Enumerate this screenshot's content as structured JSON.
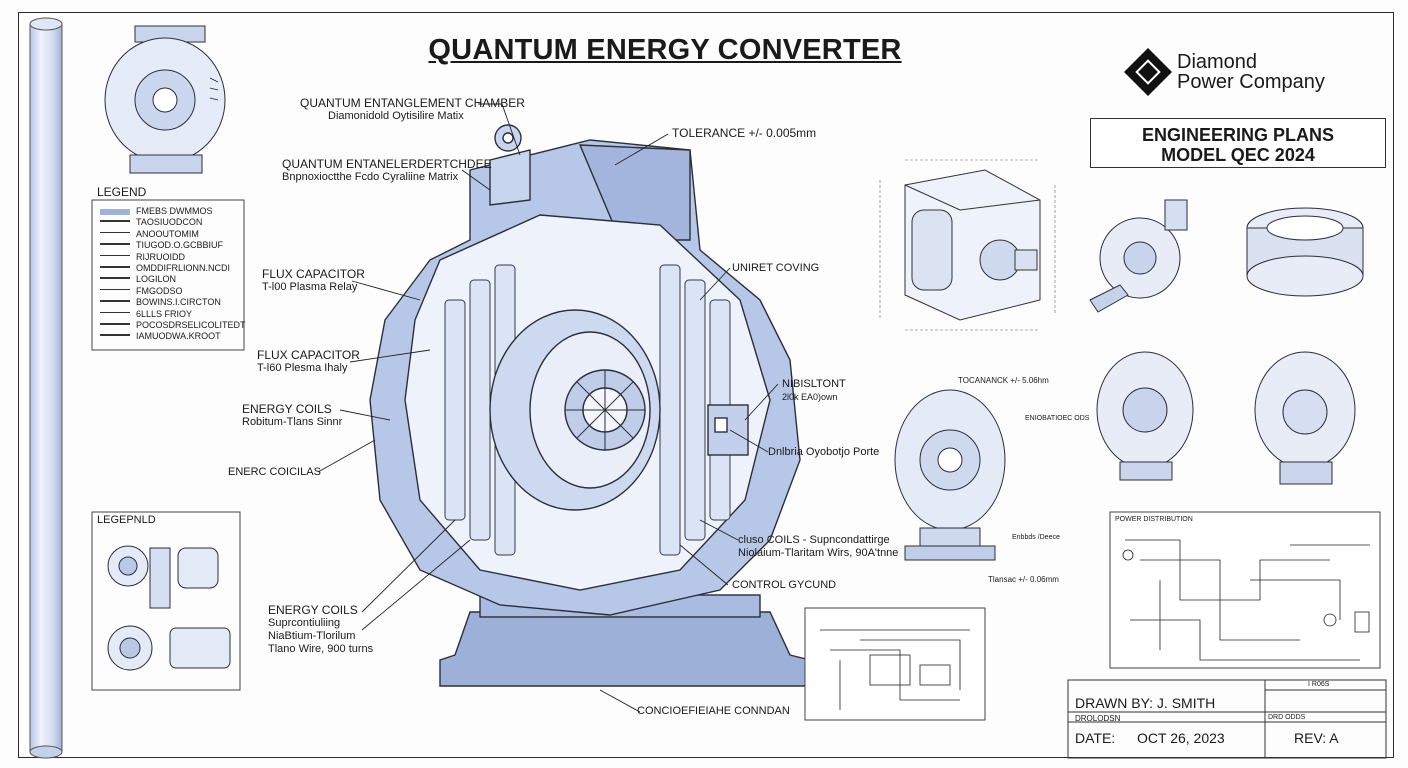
{
  "title": "QUANTUM ENERGY CONVERTER",
  "company": {
    "name_line1": "Diamond",
    "name_line2": "Power Company"
  },
  "plans": {
    "line1": "ENGINEERING PLANS",
    "line2": "MODEL QEC 2024"
  },
  "callouts": {
    "chamber_title": "QUANTUM ENTANGLEMENT CHAMBER",
    "chamber_sub": "Diamonidold Oytisilire Matix",
    "entangler_title": "QUANTUM ENTANELERDERTCHDEE",
    "entangler_sub": "Bnpnoxioctthe Fcdo Cyraliine Matrix",
    "tolerance": "TOLERANCE +/- 0.005mm",
    "flux1_title": "FLUX CAPACITOR",
    "flux1_sub": "T-l00 Plasma Relay",
    "flux2_title": "FLUX CAPACITOR",
    "flux2_sub": "T-l60 Plesma Ihaly",
    "energy1_title": "ENERGY COILS",
    "energy1_sub": "Robitum-Tlans Sinnr",
    "enerc": "ENERC COICILAS",
    "energy2_title": "ENERGY COILS",
    "energy2_sub1": "Suprcontiuliing",
    "energy2_sub2": "NiaBtium-Tlorilum",
    "energy2_sub3": "Tlano Wire, 900 turns",
    "unirt": "UNIRET COVING",
    "nibis_title": "NIBISLTONT",
    "nibis_sub": "2l0k EA0)own",
    "dnlbria": "Dnlbria Oyobotjo Porte",
    "cluso1": "cluso COILS - Supncondattirge",
    "cluso2": "Niolaium-Tlaritam Wirs, 90A'tnne",
    "control": "CONTROL GYCUND",
    "bottom": "CONCIOEFIEIAHE CONNDAN",
    "side_tol1": "TOCANANCK +/- 5.06hm",
    "side_1": "ENIOBATIOEC ODS",
    "side_2": "Enbbds /Deece",
    "side_tol2": "Tlansac +/- 0.06mm"
  },
  "legend": {
    "title": "LEGEND",
    "items": [
      "FMEBS DWMMOS",
      "TAOSIUODCON",
      "ANOOUTOMIM",
      "TIUGOD.O.GCBBIUF",
      "RIJRUOIDD",
      "OMDDIFRLIONN.NCDI",
      "LOGILON",
      "FMGODSO",
      "BOWINS.I.CIRCTON",
      "6LLLS FRIOY",
      "POCOSDRSELICOLITEDT",
      "IAMUODWA.KROOT"
    ]
  },
  "legend2": {
    "title": "LEGEPNLD"
  },
  "power": {
    "title": "POWER DISTRIBUTION"
  },
  "title_block": {
    "drawn_by": "DRAWN BY: J. SMITH",
    "sub_row": "DROLODSN",
    "date_label": "DATE:",
    "date_value": "OCT 26, 2023",
    "rev": "REV: A",
    "corner_top": "I R06S",
    "corner_mid": "DRD ODDS"
  }
}
